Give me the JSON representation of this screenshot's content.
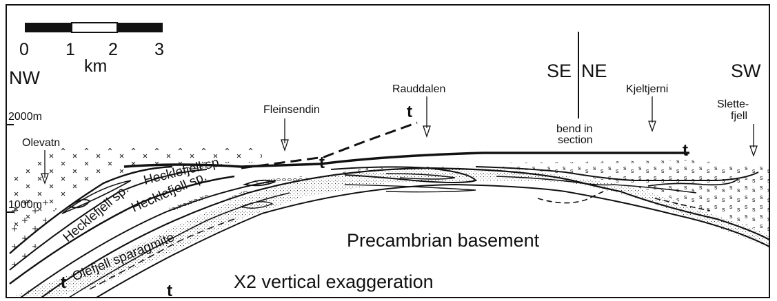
{
  "scale_bar": {
    "ticks": [
      "0",
      "1",
      "2",
      "3"
    ],
    "unit": "km"
  },
  "directions": {
    "nw": "NW",
    "se_ne": [
      "SE",
      "NE"
    ],
    "sw": "SW"
  },
  "elevations": [
    "2000m",
    "1000m"
  ],
  "place_names": {
    "olevatn": "Olevatn",
    "fleinsendin": "Fleinsendin",
    "rauddalen": "Rauddalen",
    "bend": [
      "bend in",
      "section"
    ],
    "kjeltjerni": "Kjeltjerni",
    "slettefjell": [
      "Slette-",
      "fjell"
    ]
  },
  "formations": {
    "hecklefjell_1": "Hecklefjell sp.",
    "hecklefjell_2": "Hecklefjell sp.",
    "hecklefjell_3": "Hecklefjell sp.",
    "olefjell": "Olefjell sparagmite",
    "basement": "Precambrian basement"
  },
  "thrust_symbol": "t",
  "caption": "X2 vertical exaggeration"
}
